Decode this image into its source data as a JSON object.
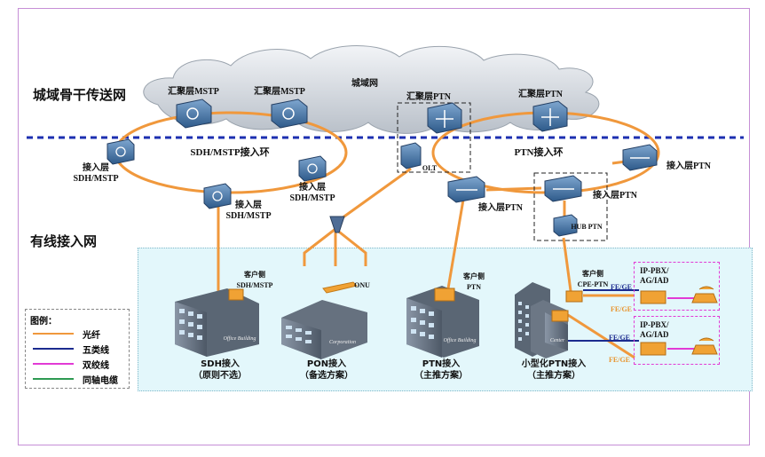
{
  "sections": {
    "metro_backbone": "城域骨干传送网",
    "wired_access": "有线接入网"
  },
  "cloud_label": "城域网",
  "rings": {
    "sdh": "SDH/MSTP接入环",
    "ptn": "PTN接入环"
  },
  "devices": {
    "agg_mstp_1": "汇聚层MSTP",
    "agg_mstp_2": "汇聚层MSTP",
    "agg_ptn_1": "汇聚层PTN",
    "agg_ptn_2": "汇聚层PTN",
    "acc_sdh_left": "接入层\nSDH/MSTP",
    "acc_sdh_mid": "接入层\nSDH/MSTP",
    "acc_sdh_right": "接入层\nSDH/MSTP",
    "olt": "OLT",
    "acc_ptn_right": "接入层PTN",
    "acc_ptn_mid": "接入层PTN",
    "acc_ptn_lower": "接入层PTN",
    "hub_ptn": "HUB PTN",
    "onu": "ONU"
  },
  "customer": {
    "sdh": "客户侧\nSDH/MSTP",
    "ptn": "客户侧\nPTN",
    "cpe": "客户侧\nCPE-PTN"
  },
  "captions": {
    "sdh": "SDH接入\n（原则不选）",
    "pon": "PON接入\n（备选方案）",
    "ptn": "PTN接入\n（主推方案）",
    "mini_ptn": "小型化PTN接入\n（主推方案）"
  },
  "building_signs": {
    "b1": "Office Building",
    "b2": "Corporation",
    "b3": "Office Building",
    "b4": "Center"
  },
  "links": {
    "fe_ge_1": "FE/GE",
    "fe_ge_2": "FE/GE",
    "fe_ge_3": "FE/GE",
    "fe_ge_4": "FE/GE"
  },
  "ip_boxes": {
    "top": "IP-PBX/\nAG/IAD",
    "bottom": "IP-PBX/\nAG/IAD"
  },
  "legend": {
    "title": "图例：",
    "items": [
      {
        "label": "光纤",
        "color": "#f0983c"
      },
      {
        "label": "五类线",
        "color": "#1b2b8f"
      },
      {
        "label": "双绞线",
        "color": "#e23ad5"
      },
      {
        "label": "同轴电缆",
        "color": "#2e9a52"
      }
    ]
  },
  "colors": {
    "fiber": "#f0983c",
    "cat5": "#1b2b8f",
    "twisted": "#e23ad5",
    "coax": "#2e9a52",
    "divider": "#1c2fb0",
    "device": "#3a6aa0"
  }
}
